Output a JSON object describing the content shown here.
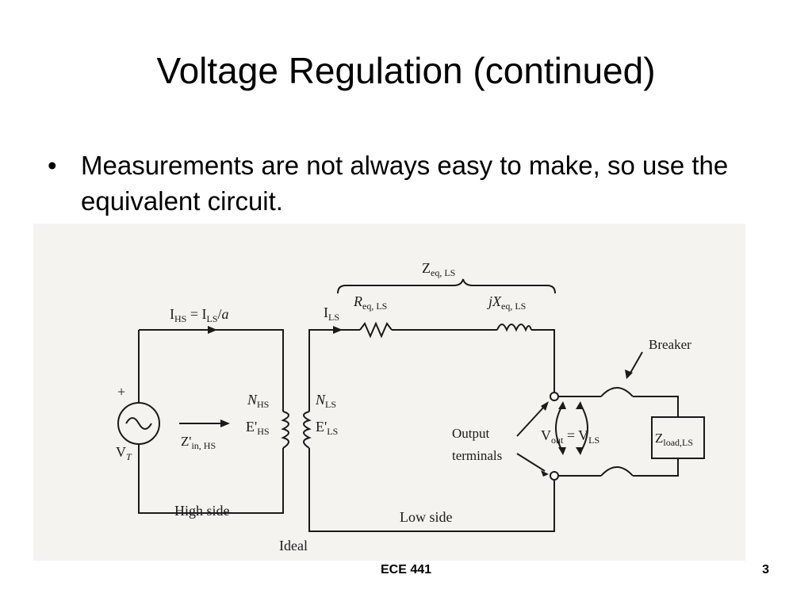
{
  "slide": {
    "title": "Voltage Regulation (continued)",
    "bullet_marker": "•",
    "bullet_text": "Measurements are not always easy to make, so use the equivalent circuit.",
    "footer_course": "ECE 441",
    "footer_page": "3"
  },
  "circuit": {
    "z_eq_base": "Z",
    "z_eq_sub": "eq, LS",
    "i_hs_base": "I",
    "i_hs_sub": "HS",
    "i_hs_eq": " = I",
    "i_hs_sub2": "LS",
    "i_hs_tail": "/",
    "i_hs_a": "a",
    "i_ls_base": "I",
    "i_ls_sub": "LS",
    "r_base": "R",
    "r_sub": "eq, LS",
    "jx_j": "j",
    "jx_base": "X",
    "jx_sub": "eq, LS",
    "breaker": "Breaker",
    "plus": "+",
    "n_hs_base": "N",
    "n_hs_sub": "HS",
    "e_hs_base": "E'",
    "e_hs_sub": "HS",
    "n_ls_base": "N",
    "n_ls_sub": "LS",
    "e_ls_base": "E'",
    "e_ls_sub": "LS",
    "vt_base": "V",
    "vt_sub": "T",
    "zin_base": "Z'",
    "zin_sub": "in, HS",
    "output_1": "Output",
    "output_2": "terminals",
    "vout_base": "V",
    "vout_sub": "out",
    "vout_eq": " = V",
    "vout_sub2": "LS",
    "zload_base": "Z",
    "zload_sub": "load,LS",
    "high_side": "High side",
    "low_side": "Low side",
    "ideal": "Ideal"
  }
}
